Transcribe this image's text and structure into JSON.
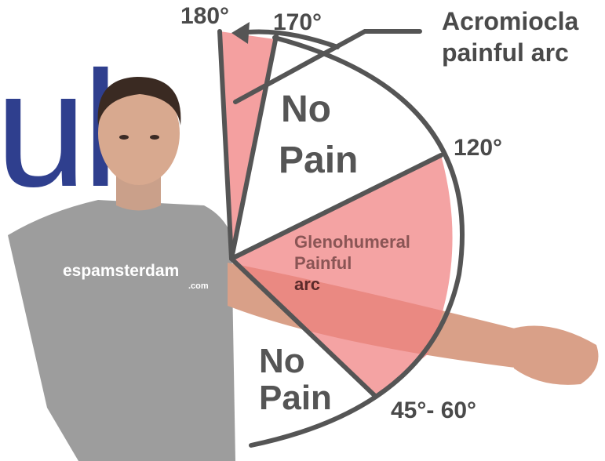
{
  "background_text": "ul",
  "person": {
    "shirt_logo_main": "espamsterdam",
    "shirt_logo_sub": ".com"
  },
  "diagram": {
    "angle_labels": {
      "a180": "180°",
      "a170": "170°",
      "a120": "120°",
      "a45_60": "45°- 60°"
    },
    "zones": {
      "upper_no_pain_line1": "No",
      "upper_no_pain_line2": "Pain",
      "lower_no_pain_line1": "No",
      "lower_no_pain_line2": "Pain",
      "gh_line1": "Glenohumeral",
      "gh_line2": "Painful",
      "gh_line3": "arc",
      "ac_line1": "Acromiocla",
      "ac_line2": "painful arc"
    }
  },
  "colors": {
    "painful_zone": "#f08080",
    "outline": "#555555",
    "background_letters": "#2f3f8e",
    "shirt": "#9a9a9a",
    "skin": "#d9a088"
  }
}
